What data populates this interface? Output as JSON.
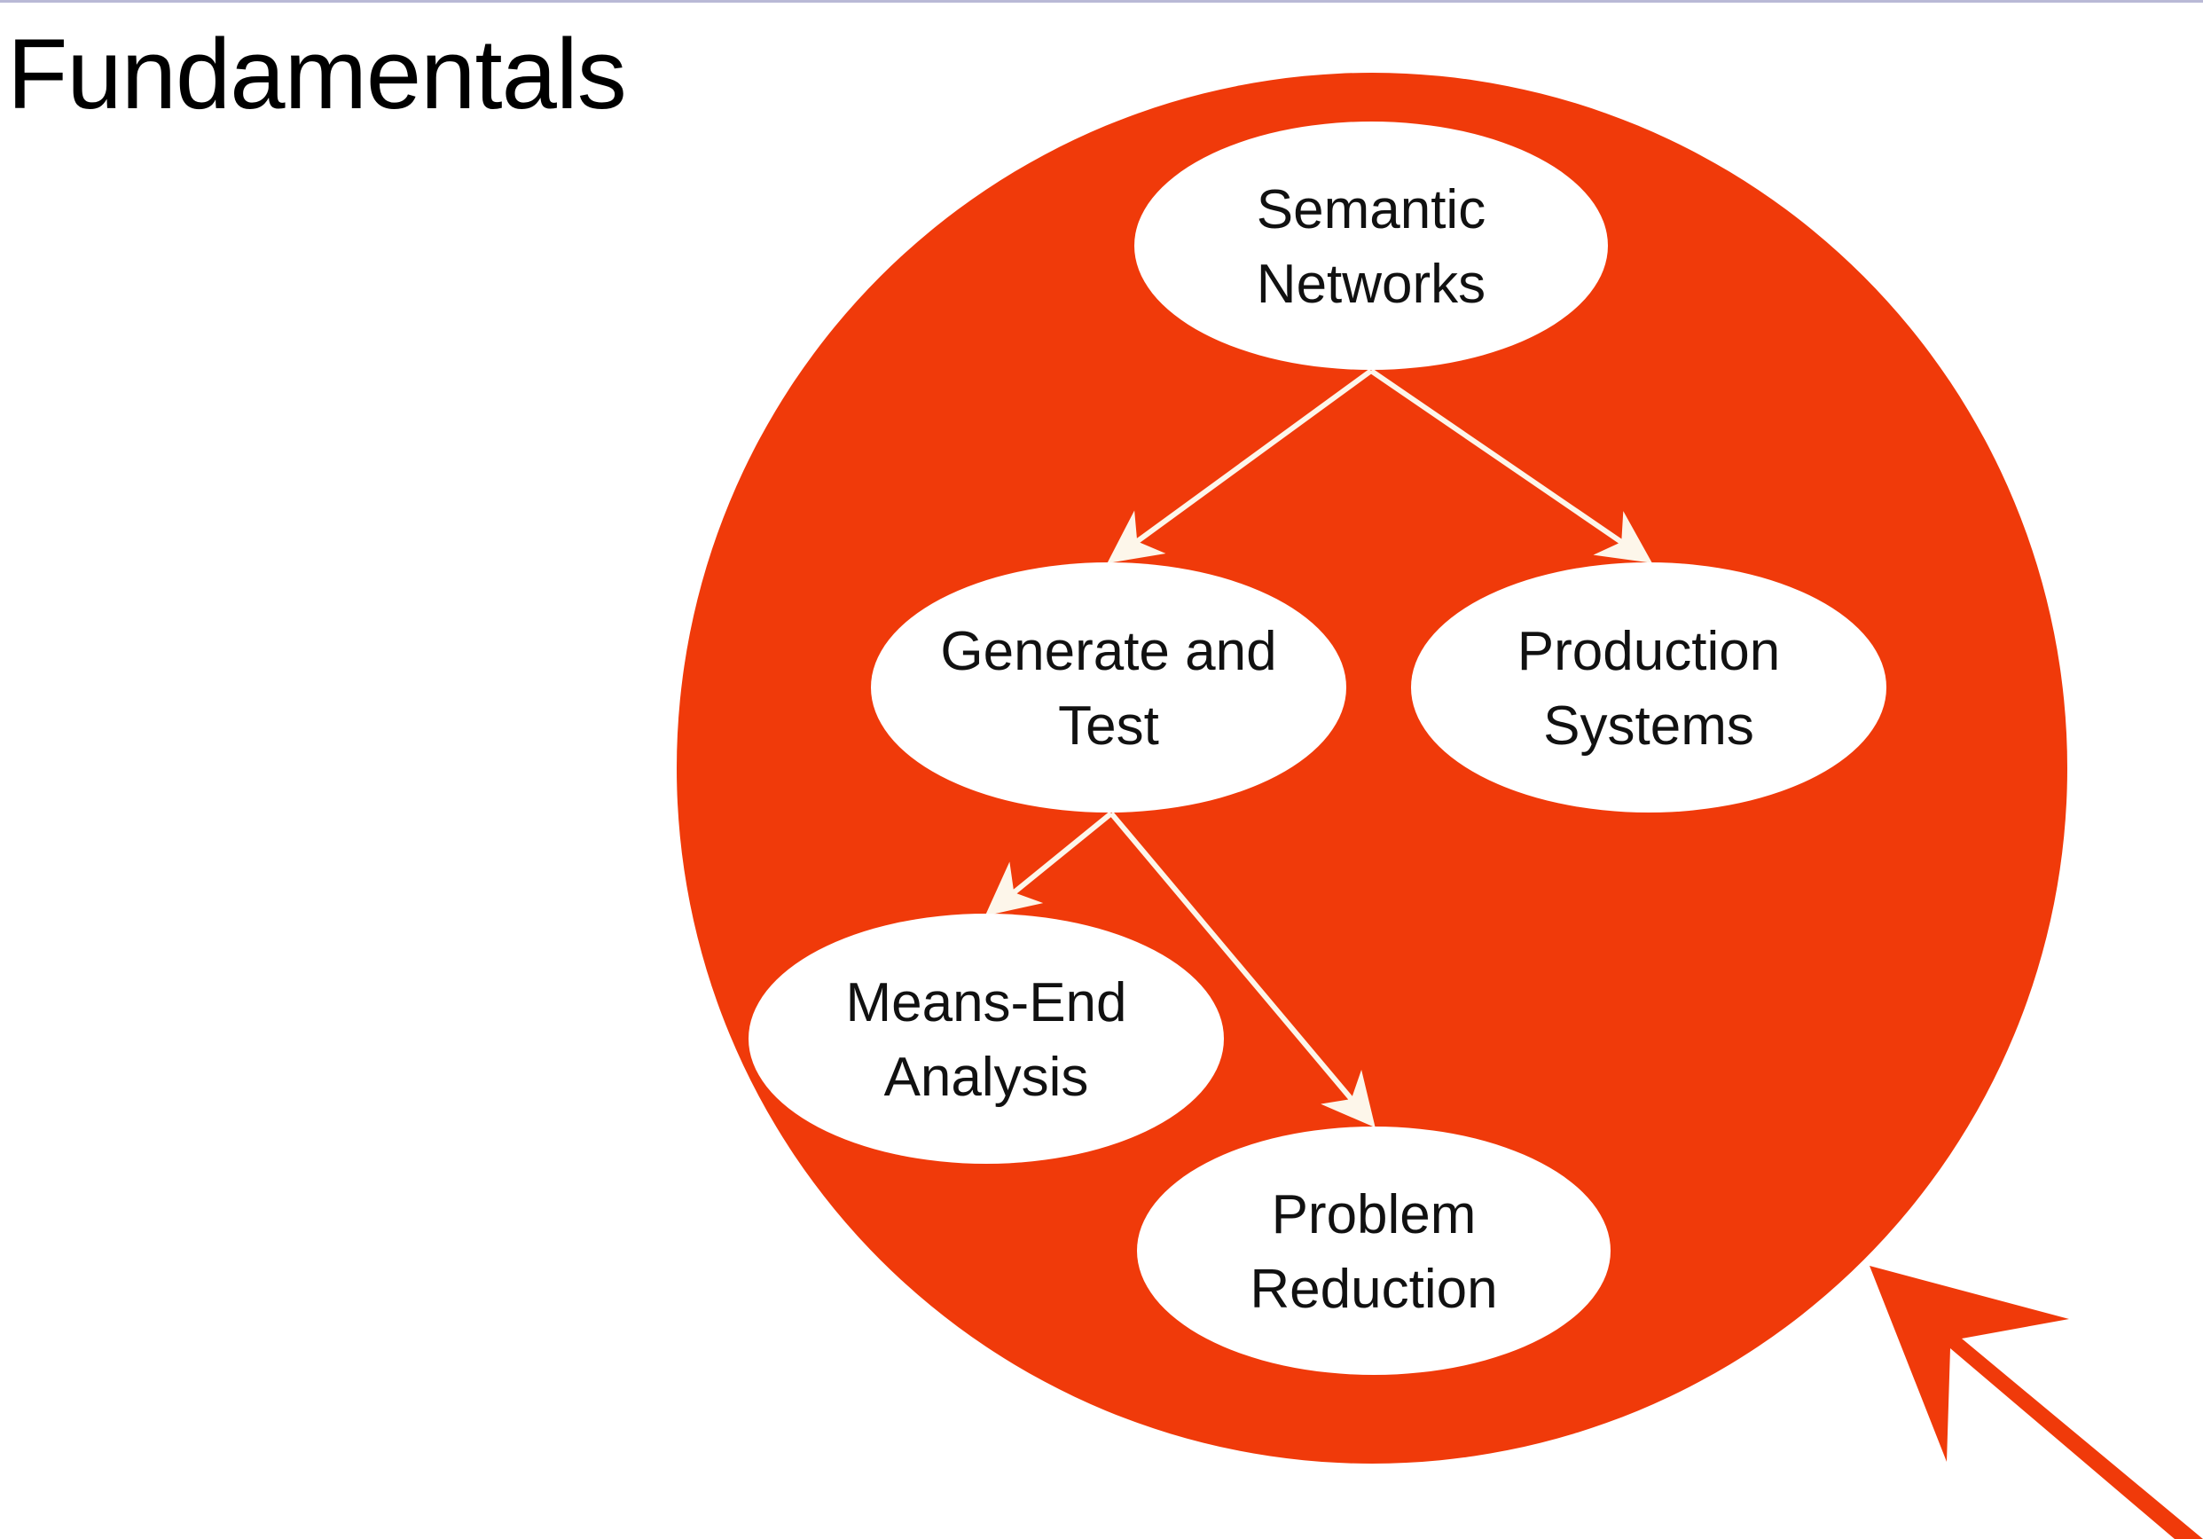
{
  "title": "Fundamentals",
  "colors": {
    "circle": "#f03a0a",
    "arrow": "#fdf6ea",
    "node_fill": "#ffffff",
    "pointer_arrow": "#f03a0a"
  },
  "nodes": [
    {
      "id": "semantic-networks",
      "lines": [
        "Semantic",
        "Networks"
      ]
    },
    {
      "id": "generate-and-test",
      "lines": [
        "Generate and",
        "Test"
      ]
    },
    {
      "id": "production-systems",
      "lines": [
        "Production",
        "Systems"
      ]
    },
    {
      "id": "means-end-analysis",
      "lines": [
        "Means-End",
        "Analysis"
      ]
    },
    {
      "id": "problem-reduction",
      "lines": [
        "Problem",
        "Reduction"
      ]
    }
  ],
  "edges": [
    {
      "from": "semantic-networks",
      "to": "generate-and-test"
    },
    {
      "from": "semantic-networks",
      "to": "production-systems"
    },
    {
      "from": "generate-and-test",
      "to": "means-end-analysis"
    },
    {
      "from": "generate-and-test",
      "to": "problem-reduction"
    }
  ]
}
